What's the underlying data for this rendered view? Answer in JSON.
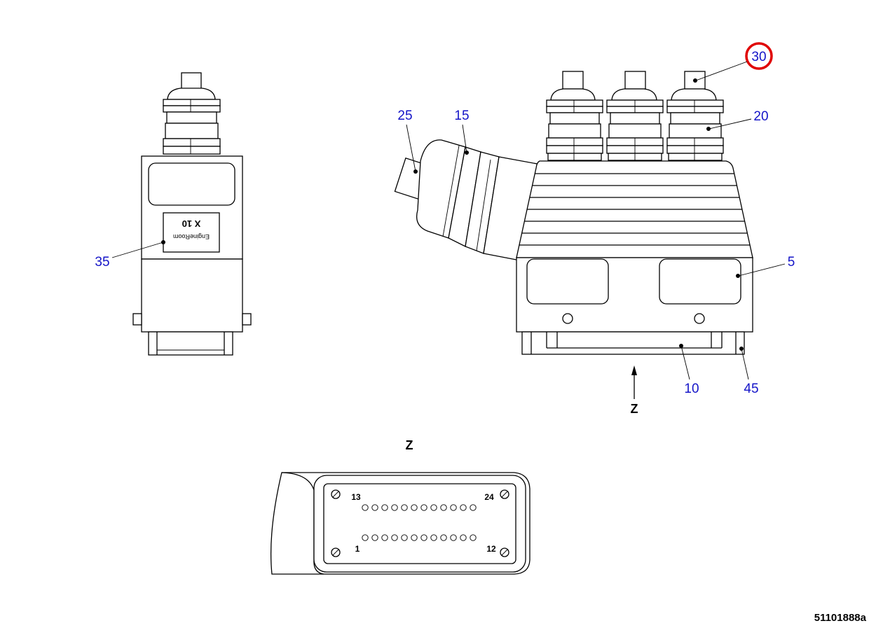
{
  "callouts": {
    "c30": "30",
    "c25": "25",
    "c15": "15",
    "c20": "20",
    "c5": "5",
    "c35": "35",
    "c10": "10",
    "c45": "45"
  },
  "highlighted_callout": "30",
  "label_plate": {
    "line1": "X 10",
    "line2": "EngineRoom"
  },
  "view_marker": {
    "arrow_label": "Z",
    "section_title": "Z"
  },
  "pins": {
    "top_left": "13",
    "top_right": "24",
    "bottom_left": "1",
    "bottom_right": "12"
  },
  "drawing_number": "51101888a",
  "colors": {
    "callout_text": "#1515c8",
    "highlight_ring": "#e00000",
    "line": "#000000"
  }
}
